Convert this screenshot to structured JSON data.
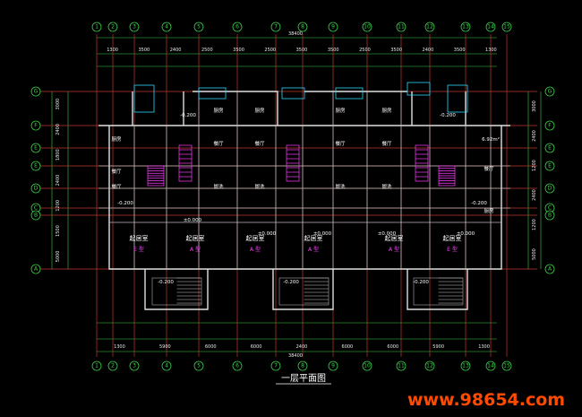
{
  "drawing_title": "一层平面图",
  "watermark": "www.98654.com",
  "axes_top": [
    "1",
    "2",
    "3",
    "4",
    "5",
    "6",
    "7",
    "8",
    "9",
    "10",
    "11",
    "12",
    "13",
    "14",
    "15"
  ],
  "axes_bottom": [
    "1",
    "2",
    "3",
    "4",
    "5",
    "6",
    "7",
    "8",
    "9",
    "10",
    "11",
    "12",
    "13",
    "14",
    "15"
  ],
  "axes_left": [
    "G",
    "F",
    "E",
    "E",
    "D",
    "C",
    "B",
    "A"
  ],
  "axes_right": [
    "G",
    "F",
    "E",
    "E",
    "D",
    "C",
    "B",
    "A"
  ],
  "dims_top_row1": [
    "1300",
    "3500",
    "2400",
    "2500",
    "3500",
    "2500",
    "3500",
    "3500",
    "2500",
    "3500",
    "2400",
    "3500",
    "1300"
  ],
  "dim_total": "38400",
  "dims_bottom_row2": [
    "1300",
    "5900",
    "6000",
    "6000",
    "2400",
    "6000",
    "6000",
    "5900",
    "1300"
  ],
  "dims_left": [
    "3000",
    "2400",
    "1800",
    "2400",
    "1200",
    "1500",
    "5000"
  ],
  "dims_right": [
    "3000",
    "2400",
    "1200",
    "2400",
    "1200",
    "5000"
  ],
  "rooms": {
    "kitchen": "厨房",
    "dining": "餐厅",
    "restaurant": "餐厅",
    "living": "起居室",
    "wash": "盥洗",
    "area": "6.92m²",
    "zero": "±0.000",
    "neg": "-0.200",
    "type_a": "A 型",
    "type_e": "E 型"
  },
  "colors": {
    "grid": "#c0392b",
    "dim": "#3ad04a",
    "wall": "#e0e0e0",
    "stair": "#ff3cff",
    "accent": "#2ad7ff",
    "watermark": "#ff4a00"
  }
}
